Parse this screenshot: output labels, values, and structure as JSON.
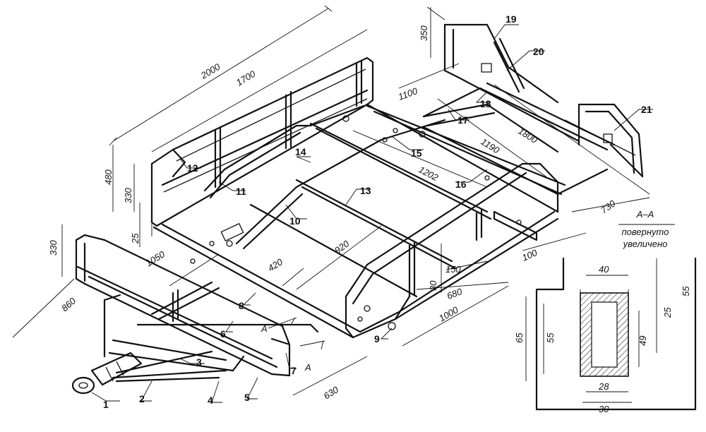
{
  "dimensions": {
    "d2000": "2000",
    "d1700": "1700",
    "d480": "480",
    "d330_upper": "330",
    "d25_upper": "25",
    "d1050": "1050",
    "d330_left": "330",
    "d860": "860",
    "d630": "630",
    "d420": "420",
    "d920": "920",
    "d1100": "1100",
    "d350": "350",
    "d1800": "1800",
    "d1190": "1190",
    "d1202": "1202",
    "d730": "730",
    "d100": "100",
    "d150": "150",
    "d30": "30",
    "d680": "680",
    "d1000": "1000"
  },
  "section_dimensions": {
    "s40": "40",
    "s55_right": "55",
    "s25": "25",
    "s49": "49",
    "s65": "65",
    "s55_left": "55",
    "s28": "28",
    "s30": "30"
  },
  "section_caption": {
    "title": "А–А",
    "line1": "повернуто",
    "line2": "увеличено"
  },
  "section_markers": {
    "marker_a1": "А",
    "marker_a2": "А"
  },
  "part_numbers": [
    "1",
    "2",
    "3",
    "4",
    "5",
    "6",
    "7",
    "8",
    "9",
    "10",
    "11",
    "12",
    "13",
    "14",
    "15",
    "16",
    "17",
    "18",
    "19",
    "20",
    "21"
  ]
}
